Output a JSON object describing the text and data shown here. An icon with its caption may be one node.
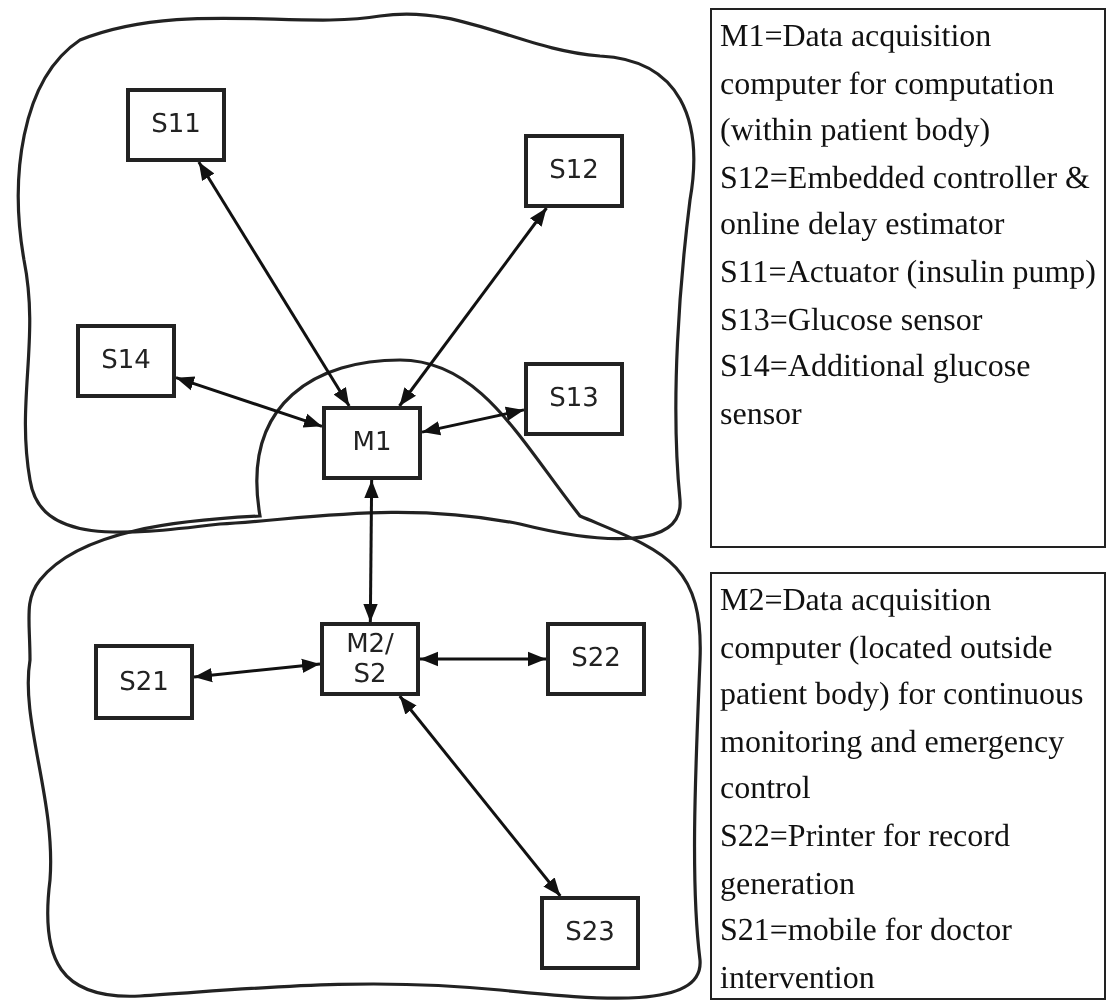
{
  "diagram": {
    "nodes": [
      {
        "text": [],
        "shape": "cloud"
      },
      {
        "text": [
          "S11"
        ],
        "in": 0
      },
      {
        "text": [
          "S12"
        ],
        "in": 0
      },
      {
        "text": [
          "S14"
        ],
        "in": 0
      },
      {
        "text": [
          "M1"
        ]
      },
      {
        "text": [
          "S13"
        ],
        "in": 0
      },
      {
        "text": [],
        "shape": "cloud"
      },
      {
        "text": [
          "M2/ S2"
        ],
        "in": 6
      },
      {
        "text": [
          "S21"
        ],
        "in": 6
      },
      {
        "text": [
          "S22"
        ],
        "in": 6
      },
      {
        "text": [
          "S23"
        ],
        "in": 6
      },
      {
        "text": [
          "M1=Data acquisition computer for computation (within patient body)",
          "S12=Embedded controller & online delay estimator",
          "S11=Actuator (insulin pump)",
          "S13=Glucose sensor",
          "S14=Additional glucose sensor"
        ]
      },
      {
        "text": [
          "M2=Data acquisition computer (located outside patient body) for continuous monitoring and emergency control",
          "S22=Printer for record generation",
          "S21=mobile for doctor intervention"
        ]
      }
    ],
    "edges": [
      {
        "from": 4,
        "to": 1,
        "arrow": "both"
      },
      {
        "from": 4,
        "to": 2,
        "arrow": "both"
      },
      {
        "from": 4,
        "to": 3,
        "arrow": "both"
      },
      {
        "from": 4,
        "to": 5,
        "arrow": "both"
      },
      {
        "from": 4,
        "to": 7,
        "arrow": "both"
      },
      {
        "from": 7,
        "to": 8,
        "arrow": "both"
      },
      {
        "from": 7,
        "to": 9,
        "arrow": "both"
      },
      {
        "from": 7,
        "to": 10,
        "arrow": "both"
      }
    ]
  }
}
